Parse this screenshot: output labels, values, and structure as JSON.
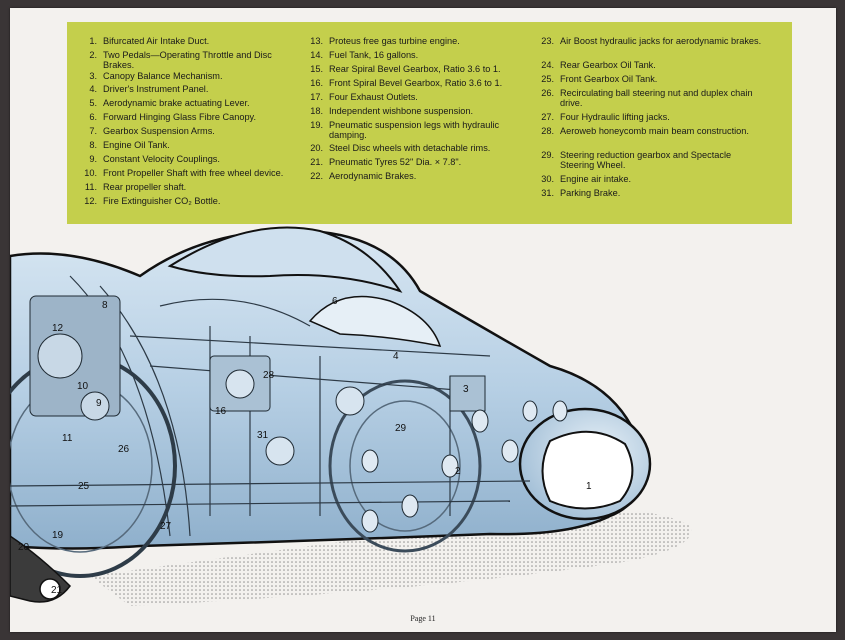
{
  "legend": {
    "col1": [
      {
        "n": "1.",
        "t": "Bifurcated Air Intake Duct."
      },
      {
        "n": "2.",
        "t": "Two Pedals—Operating Throttle and Disc Brakes."
      },
      {
        "n": "3.",
        "t": "Canopy Balance Mechanism."
      },
      {
        "n": "4.",
        "t": "Driver's Instrument Panel."
      },
      {
        "n": "5.",
        "t": "Aerodynamic brake actuating Lever."
      },
      {
        "n": "6.",
        "t": "Forward Hinging Glass Fibre Canopy."
      },
      {
        "n": "7.",
        "t": "Gearbox Suspension Arms."
      },
      {
        "n": "8.",
        "t": "Engine Oil Tank."
      },
      {
        "n": "9.",
        "t": "Constant Velocity Couplings."
      },
      {
        "n": "10.",
        "t": "Front Propeller Shaft with free wheel device."
      },
      {
        "n": "11.",
        "t": "Rear propeller shaft."
      },
      {
        "n": "12.",
        "t": "Fire Extinguisher CO₂ Bottle."
      }
    ],
    "col2": [
      {
        "n": "13.",
        "t": "Proteus free gas turbine engine."
      },
      {
        "n": "14.",
        "t": "Fuel Tank, 16 gallons."
      },
      {
        "n": "15.",
        "t": "Rear Spiral Bevel Gearbox, Ratio 3.6 to 1."
      },
      {
        "n": "16.",
        "t": "Front Spiral Bevel Gearbox, Ratio 3.6 to 1."
      },
      {
        "n": "17.",
        "t": "Four Exhaust Outlets."
      },
      {
        "n": "18.",
        "t": "Independent wishbone suspension."
      },
      {
        "n": "19.",
        "t": "Pneumatic suspension legs with hydraulic damping."
      },
      {
        "n": "20.",
        "t": "Steel Disc wheels with detachable rims."
      },
      {
        "n": "21.",
        "t": "Pneumatic Tyres 52\" Dia. × 7.8\"."
      },
      {
        "n": "22.",
        "t": "Aerodynamic Brakes."
      }
    ],
    "col3": [
      {
        "n": "23.",
        "t": "Air Boost hydraulic jacks for aerodynamic brakes."
      },
      {
        "n": "24.",
        "t": "Rear Gearbox Oil Tank."
      },
      {
        "n": "25.",
        "t": "Front Gearbox Oil Tank."
      },
      {
        "n": "26.",
        "t": "Recirculating ball steering nut and duplex chain drive."
      },
      {
        "n": "27.",
        "t": "Four Hydraulic lifting jacks."
      },
      {
        "n": "28.",
        "t": "Aeroweb honeycomb main beam construction."
      },
      {
        "n": "29.",
        "t": "Steering reduction gearbox and Spectacle Steering Wheel."
      },
      {
        "n": "30.",
        "t": "Engine air intake."
      },
      {
        "n": "31.",
        "t": "Parking Brake."
      }
    ]
  },
  "callouts": [
    "1",
    "2",
    "3",
    "4",
    "6",
    "8",
    "9",
    "10",
    "11",
    "12",
    "16",
    "19",
    "20",
    "21",
    "25",
    "26",
    "27",
    "28",
    "29",
    "31"
  ],
  "footer": {
    "page": "Page 11"
  },
  "colors": {
    "legend_bg": "#c4cf4c",
    "body_blue": "#b9d2e6",
    "paper": "#f3f1ee"
  }
}
